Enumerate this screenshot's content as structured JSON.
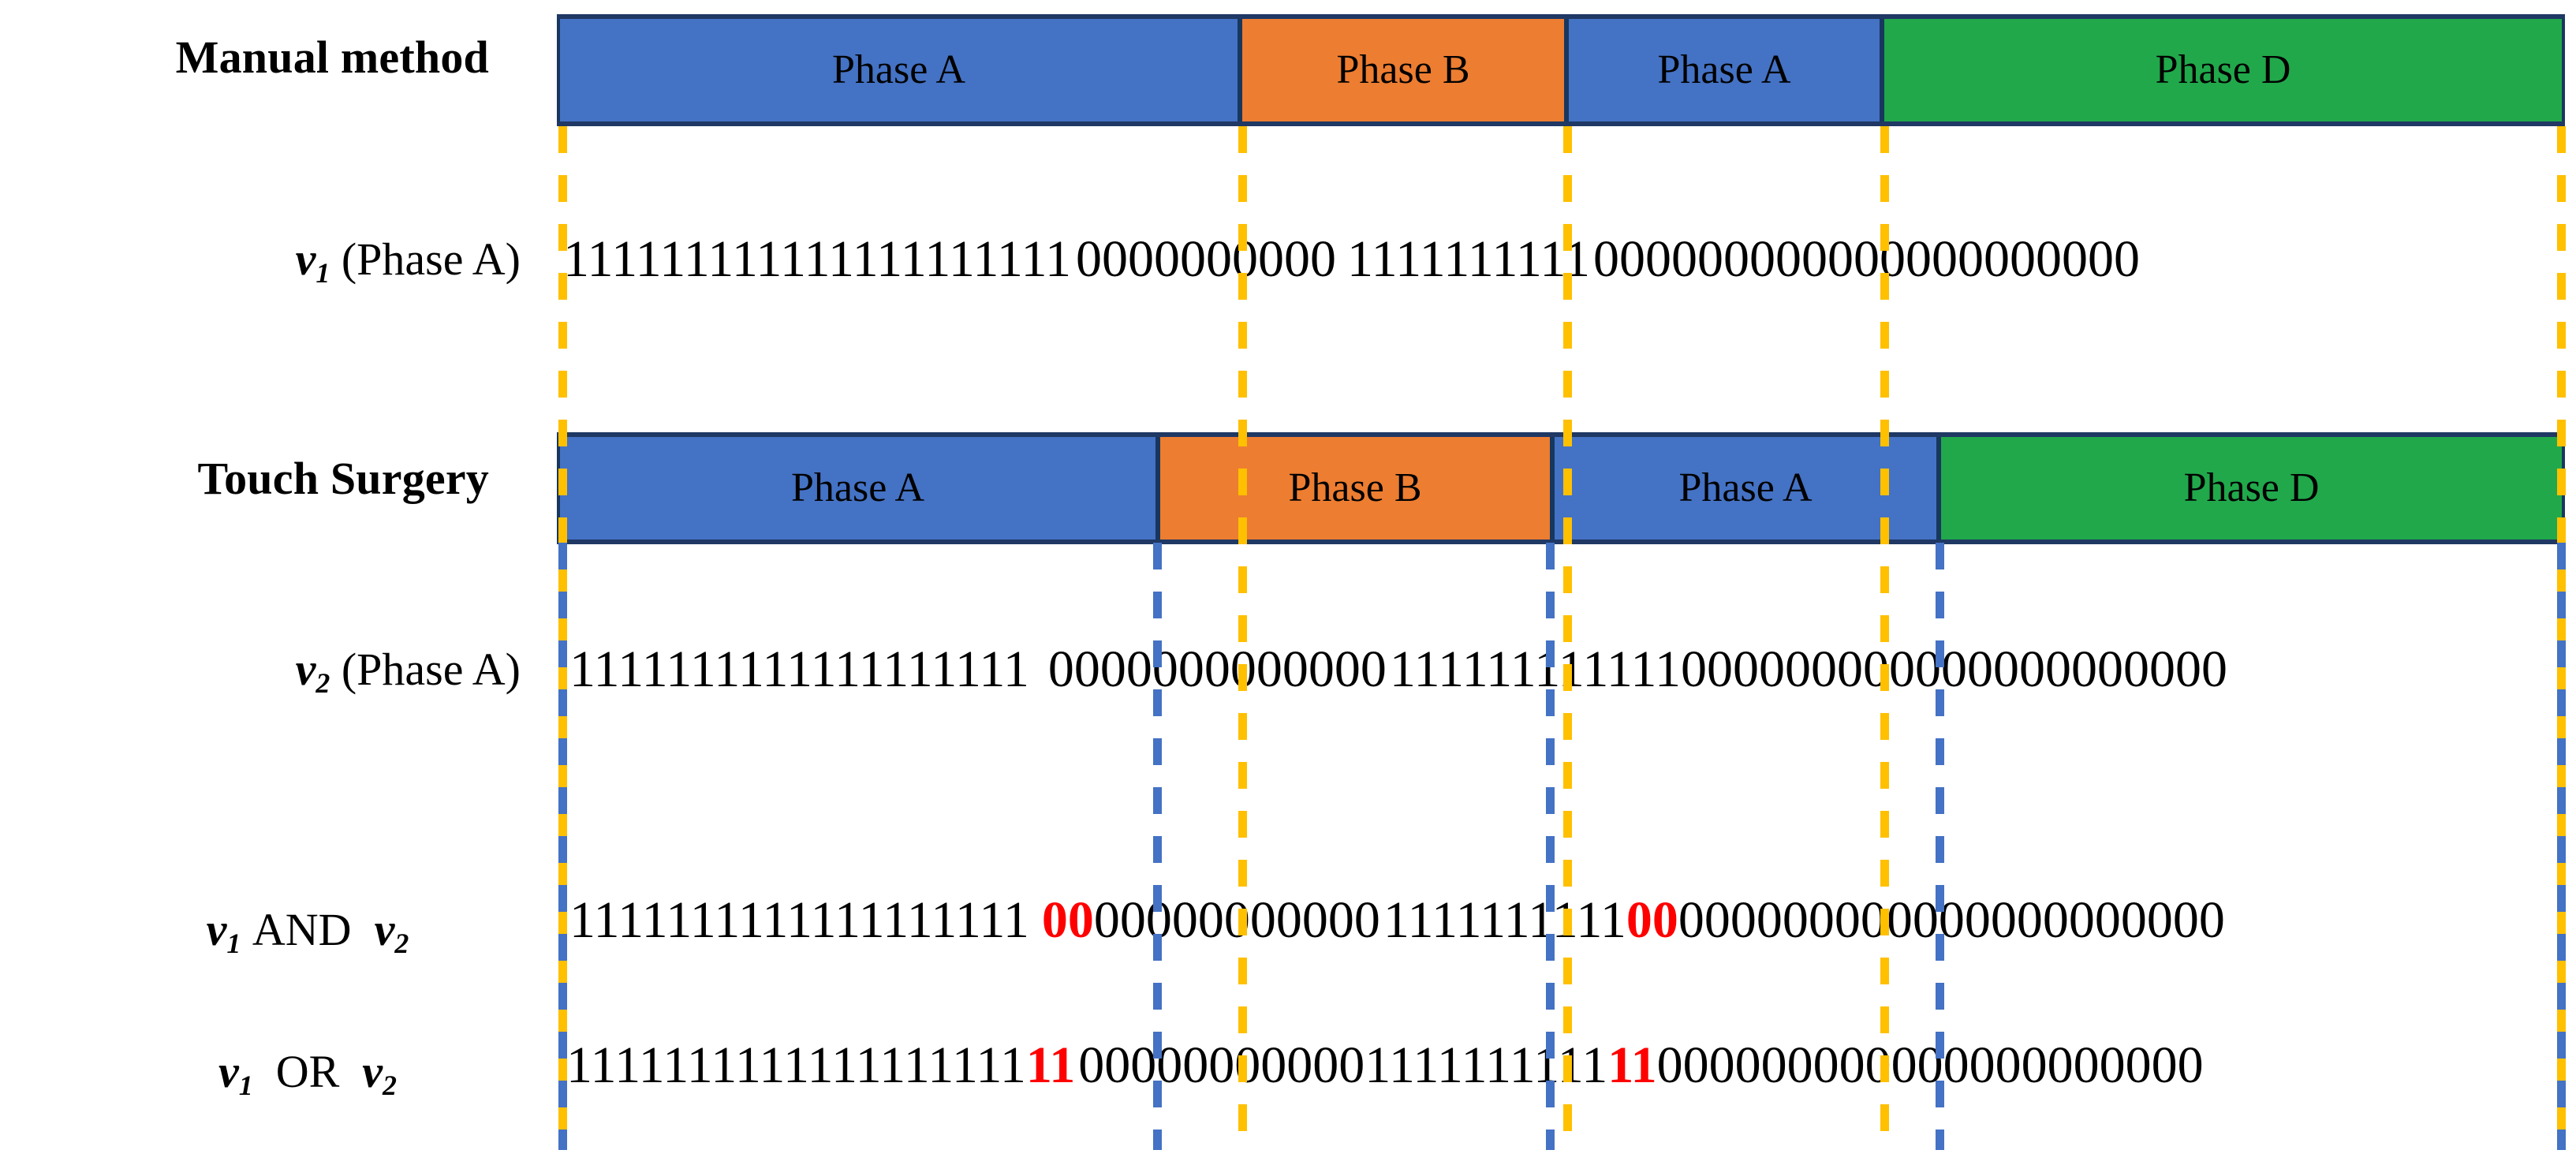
{
  "figure": {
    "type": "timeline-comparison-diagram",
    "colors": {
      "phase_a": "#4472C4",
      "phase_b": "#ED7D31",
      "phase_d": "#21A84B",
      "bar_border": "#17375E",
      "guide_manual": "#FFC000",
      "guide_touch": "#4472C4",
      "highlight": "#FF0000"
    }
  },
  "rows": {
    "manual": {
      "label": "Manual method",
      "segments": [
        {
          "label": "Phase A",
          "color": "#4472C4"
        },
        {
          "label": "Phase B",
          "color": "#ED7D31"
        },
        {
          "label": "Phase A",
          "color": "#4472C4"
        },
        {
          "label": "Phase D",
          "color": "#21A84B"
        }
      ]
    },
    "touch": {
      "label": "Touch Surgery",
      "segments": [
        {
          "label": "Phase A",
          "color": "#4472C4"
        },
        {
          "label": "Phase B",
          "color": "#ED7D31"
        },
        {
          "label": "Phase A",
          "color": "#4472C4"
        },
        {
          "label": "Phase D",
          "color": "#21A84B"
        }
      ]
    },
    "v1": {
      "label_var": "v",
      "label_sub": "1",
      "label_suffix": " (Phase A)",
      "bits_full": "111111111111111111111000000000011111111110000000000000000000000",
      "groups": [
        {
          "bits": "111111111111111111111",
          "highlight": false
        },
        {
          "bits": "0000000000",
          "highlight": false
        },
        {
          "bits": "1111111111",
          "highlight": false
        },
        {
          "bits": "000000000000000000000",
          "highlight": false
        }
      ]
    },
    "v2": {
      "label_var": "v",
      "label_sub": "2",
      "label_suffix": " (Phase A)",
      "bits_full": "111111111111111111100000000000001111111111110000000000000000000000",
      "groups": [
        {
          "bits": "1111111111111111111",
          "highlight": false
        },
        {
          "bits": "0000000000000",
          "highlight": false
        },
        {
          "bits": "111111111111",
          "highlight": false
        },
        {
          "bits": "000000000000000000000",
          "highlight": false
        }
      ]
    },
    "and": {
      "label_var_1": "v",
      "label_sub_1": "1",
      "label_op": "AND",
      "label_var_2": "v",
      "label_sub_2": "2",
      "bits_full": "11111111111111111110000000000000011111111110000000000000000000000000",
      "groups": [
        {
          "bits": "1111111111111111111",
          "highlight": false
        },
        {
          "bits": "00",
          "highlight": true
        },
        {
          "bits": "00000000000",
          "highlight": false
        },
        {
          "bits": "1111111111",
          "highlight": false
        },
        {
          "bits": "00",
          "highlight": true
        },
        {
          "bits": "000000000000000000000",
          "highlight": false
        }
      ]
    },
    "or": {
      "label_var_1": "v",
      "label_sub_1": "1",
      "label_op": "OR",
      "label_var_2": "v",
      "label_sub_2": "2",
      "bits_full": "11111111111111111111100000000000111111111111100000000000000000000",
      "groups": [
        {
          "bits": "1111111111111111111",
          "highlight": false
        },
        {
          "bits": "11",
          "highlight": true
        },
        {
          "bits": "00000000000",
          "highlight": false
        },
        {
          "bits": "1111111111",
          "highlight": false
        },
        {
          "bits": "11",
          "highlight": true
        },
        {
          "bits": "000000000000000000000",
          "highlight": false
        }
      ]
    }
  }
}
